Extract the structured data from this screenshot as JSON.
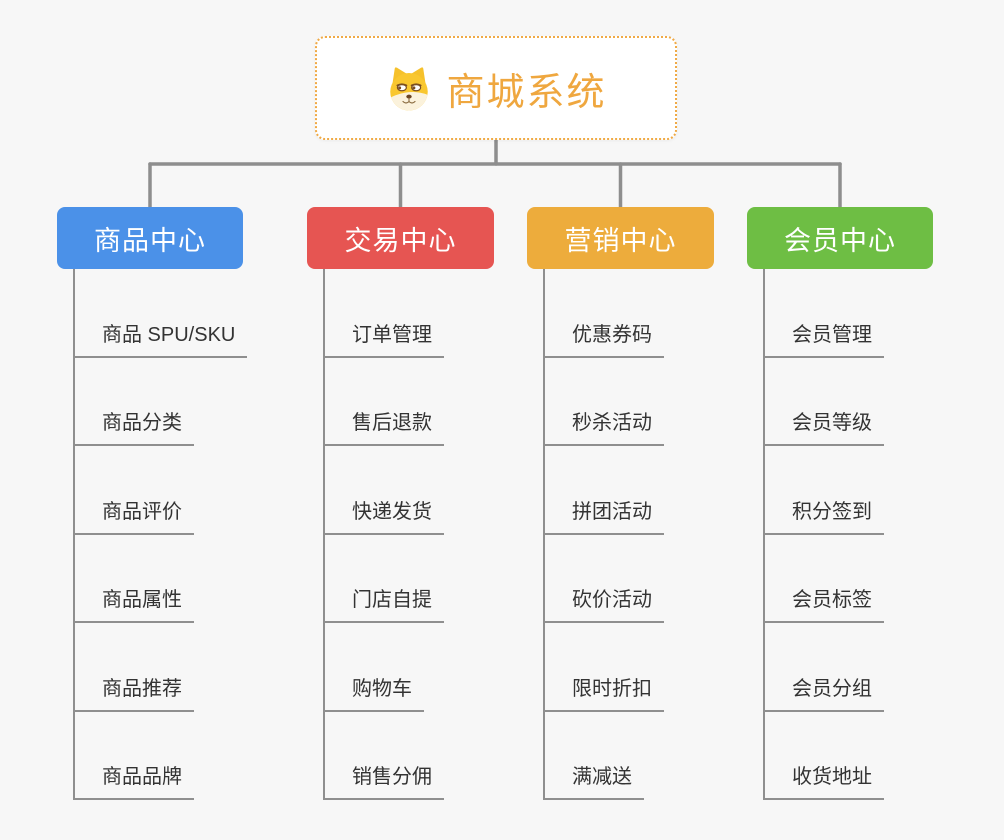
{
  "root": {
    "title": "商城系统",
    "icon": "dog-face-icon"
  },
  "branches": [
    {
      "label": "商品中心",
      "color": "#4B91E8",
      "items": [
        "商品 SPU/SKU",
        "商品分类",
        "商品评价",
        "商品属性",
        "商品推荐",
        "商品品牌"
      ]
    },
    {
      "label": "交易中心",
      "color": "#E65552",
      "items": [
        "订单管理",
        "售后退款",
        "快递发货",
        "门店自提",
        "购物车",
        "销售分佣"
      ]
    },
    {
      "label": "营销中心",
      "color": "#EDAC3C",
      "items": [
        "优惠券码",
        "秒杀活动",
        "拼团活动",
        "砍价活动",
        "限时折扣",
        "满减送"
      ]
    },
    {
      "label": "会员中心",
      "color": "#6EBE44",
      "items": [
        "会员管理",
        "会员等级",
        "积分签到",
        "会员标签",
        "会员分组",
        "收货地址"
      ]
    }
  ],
  "colors": {
    "background": "#F7F7F7",
    "connector": "#8E8E8E",
    "trunk_and_underline": "#8F8F8F",
    "root_border": "#F0AA46",
    "root_text": "#EFA73F",
    "leaf_text": "#333333",
    "header_text": "#FFFFFF"
  }
}
